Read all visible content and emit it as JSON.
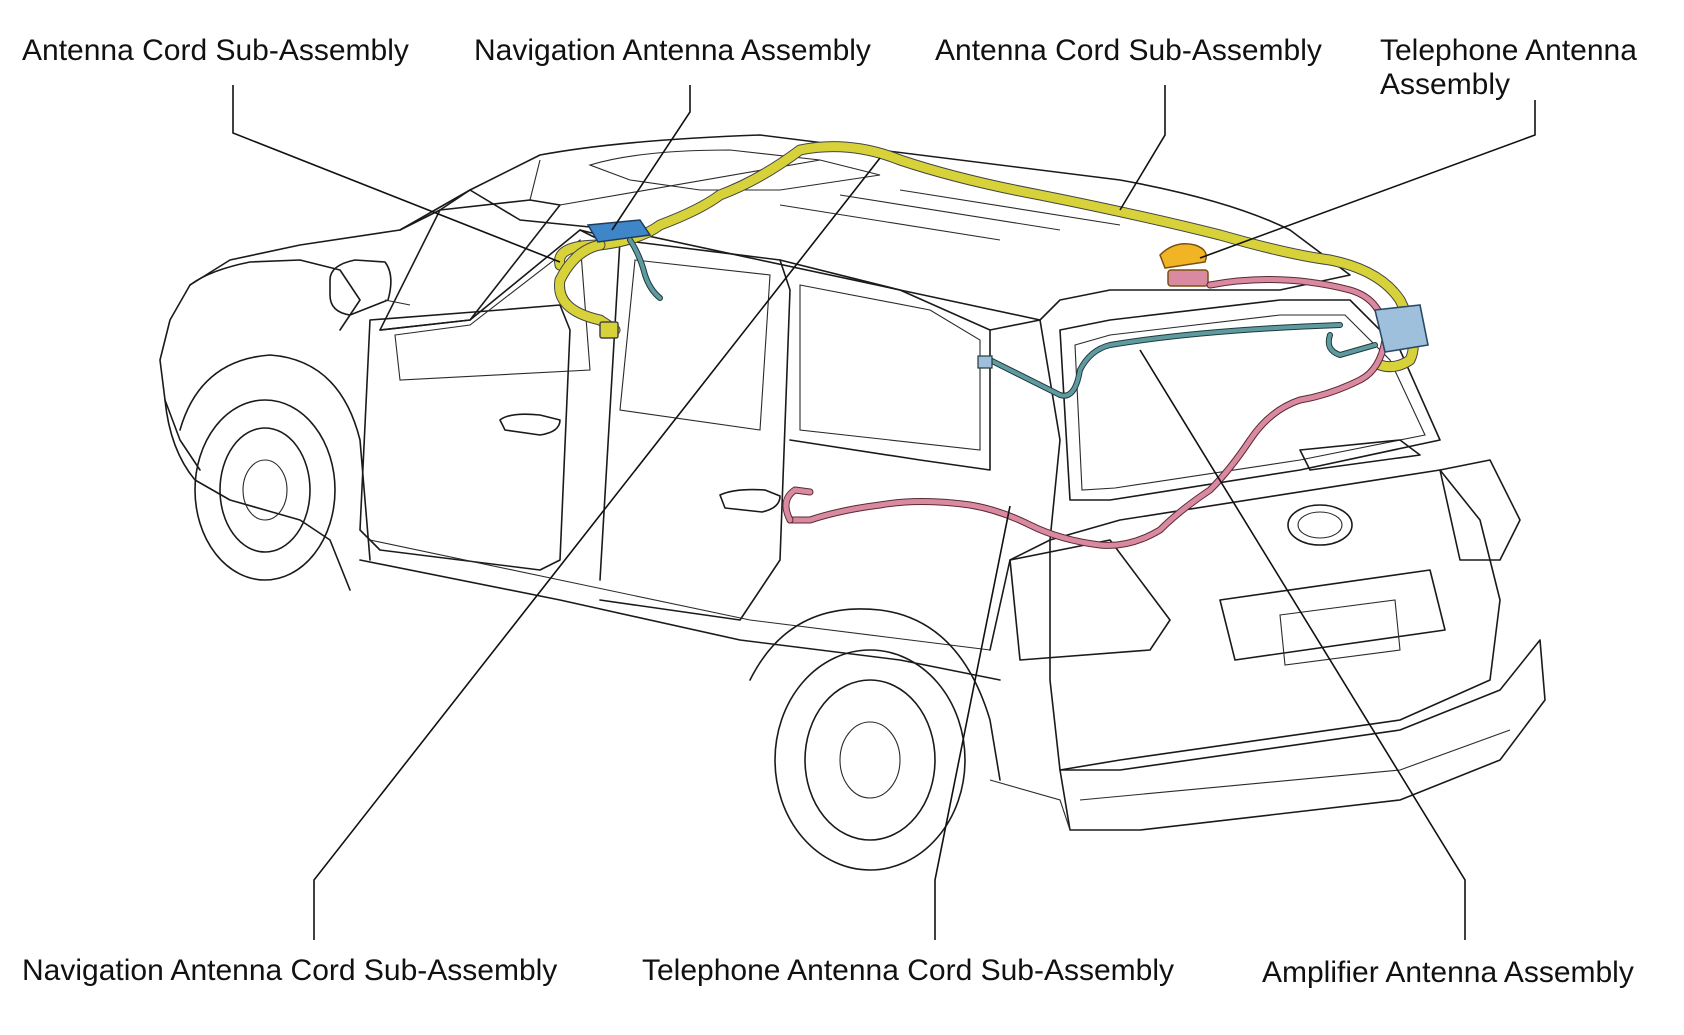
{
  "labels": {
    "top": [
      "Antenna Cord Sub-Assembly",
      "Navigation Antenna Assembly",
      "Antenna Cord Sub-Assembly",
      "Telephone Antenna",
      "Assembly"
    ],
    "bottom": [
      "Navigation Antenna Cord Sub-Assembly",
      "Telephone Antenna Cord Sub-Assembly",
      "Amplifier Antenna Assembly"
    ]
  },
  "colors": {
    "antenna_cord": "#d8d23a",
    "navigation_antenna": "#3f86c8",
    "telephone_antenna": "#f0b424",
    "telephone_cord": "#d98aa0",
    "amplifier": "#9fc0dc",
    "teal_cord": "#5f9aa0"
  },
  "icons": [
    "vehicle-outline",
    "navigation-antenna-icon",
    "telephone-antenna-icon",
    "amplifier-icon"
  ]
}
